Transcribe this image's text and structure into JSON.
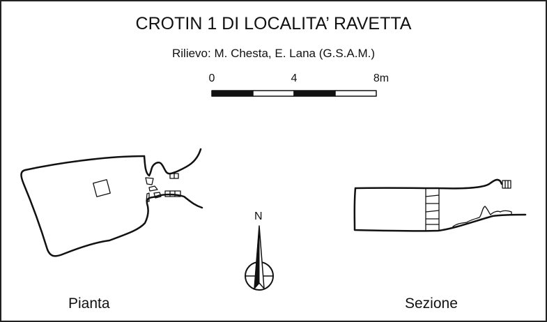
{
  "title": "CROTIN 1 DI LOCALITA’ RAVETTA",
  "credit": "Rilievo: M. Chesta, E. Lana (G.S.A.M.)",
  "scale_bar": {
    "ticks": [
      "0",
      "4",
      "8m"
    ]
  },
  "north_label": "N",
  "plan_label": "Pianta",
  "section_label": "Sezione"
}
